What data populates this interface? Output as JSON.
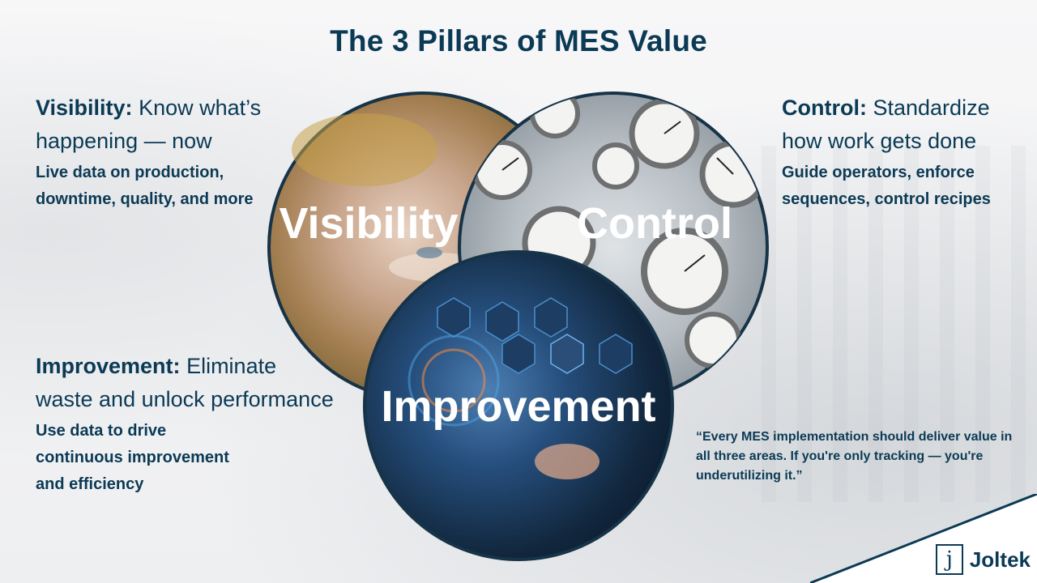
{
  "title": "The 3 Pillars of MES Value",
  "pillars": {
    "visibility": {
      "circle_label": "Visibility",
      "heading_bold": "Visibility:",
      "heading_rest_line1": "Know what’s",
      "heading_rest_line2": "happening — now",
      "description": "Live data on production, downtime, quality, and more"
    },
    "control": {
      "circle_label": "Control",
      "heading_bold": "Control:",
      "heading_rest_line1": "Standardize",
      "heading_rest_line2": "how work gets done",
      "description": "Guide operators, enforce sequences, control recipes"
    },
    "improvement": {
      "circle_label": "Improvement",
      "heading_bold": "Improvement:",
      "heading_rest_line1": "Eliminate",
      "heading_rest_line2": "waste and unlock performance",
      "description_line1": "Use data to drive",
      "description_line2": "continuous improvement",
      "description_line3": "and efficiency"
    }
  },
  "quote": "“Every MES implementation should deliver value in all three areas. If you're only tracking — you're underutilizing it.”",
  "logo": {
    "mark": "j",
    "name": "Joltek"
  },
  "colors": {
    "primary": "#0b3a55",
    "circle_border": "#163347"
  },
  "icons": [
    "eye-hand-photo",
    "pressure-gauge-photo",
    "digital-tech-photo"
  ]
}
